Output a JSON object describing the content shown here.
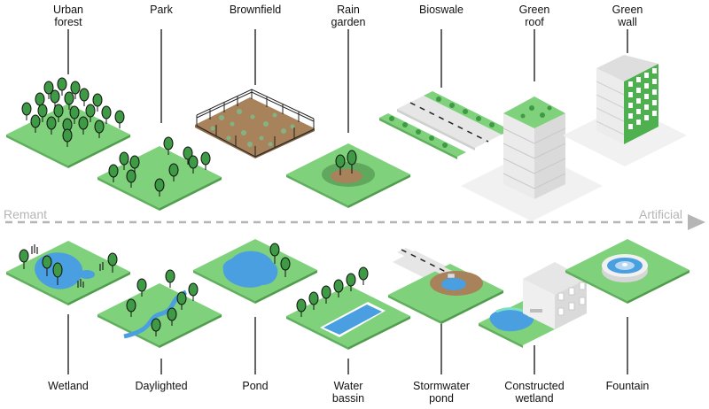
{
  "top_row": [
    {
      "id": "urban-forest",
      "lines": [
        "Urban",
        "forest"
      ]
    },
    {
      "id": "park",
      "lines": [
        "Park"
      ]
    },
    {
      "id": "brownfield",
      "lines": [
        "Brownfield"
      ]
    },
    {
      "id": "rain-garden",
      "lines": [
        "Rain",
        "garden"
      ]
    },
    {
      "id": "bioswale",
      "lines": [
        "Bioswale"
      ]
    },
    {
      "id": "green-roof",
      "lines": [
        "Green",
        "roof"
      ]
    },
    {
      "id": "green-wall",
      "lines": [
        "Green",
        "wall"
      ]
    }
  ],
  "bottom_row": [
    {
      "id": "wetland",
      "lines": [
        "Wetland"
      ]
    },
    {
      "id": "daylighted",
      "lines": [
        "Daylighted"
      ]
    },
    {
      "id": "pond",
      "lines": [
        "Pond"
      ]
    },
    {
      "id": "water-bassin",
      "lines": [
        "Water",
        "bassin"
      ]
    },
    {
      "id": "stormwater-pond",
      "lines": [
        "Stormwater",
        "pond"
      ]
    },
    {
      "id": "constructed-wetland",
      "lines": [
        "Constructed",
        "wetland"
      ]
    },
    {
      "id": "fountain",
      "lines": [
        "Fountain"
      ]
    }
  ],
  "axis": {
    "left": "Remant",
    "right": "Artificial"
  },
  "colors": {
    "grass": "#7fd17c",
    "grass_side": "#5fb05c",
    "tree": "#3f9a45",
    "water": "#4a9fe0",
    "soil": "#a8825b",
    "building": "#efefef",
    "road": "#e6e6e6",
    "shadow": "#f1f1f1"
  }
}
